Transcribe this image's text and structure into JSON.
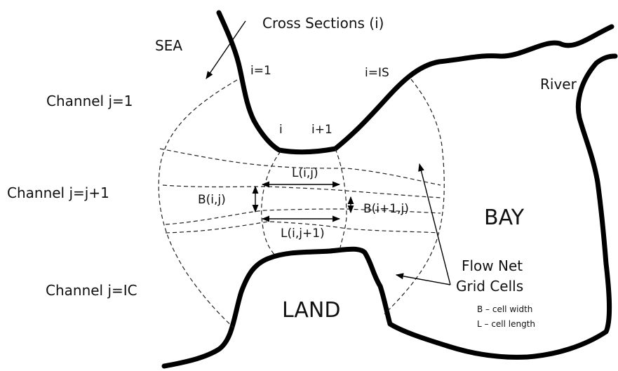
{
  "labels": {
    "sea": "SEA",
    "cross_sections": "Cross Sections (i)",
    "i_first": "i=1",
    "i_last": "i=IS",
    "river": "River",
    "channel_first": "Channel j=1",
    "channel_next": "Channel j=j+1",
    "channel_last": "Channel j=IC",
    "i": "i",
    "i_plus_1": "i+1",
    "l_ij": "L(i,j)",
    "b_ij": "B(i,j)",
    "b_i1j": "B(i+1,j)",
    "l_ij1": "L(i,j+1)",
    "bay": "BAY",
    "land": "LAND",
    "flow_net_1": "Flow Net",
    "flow_net_2": "Grid Cells",
    "legend_b": "B – cell width",
    "legend_l": "L – cell length"
  }
}
